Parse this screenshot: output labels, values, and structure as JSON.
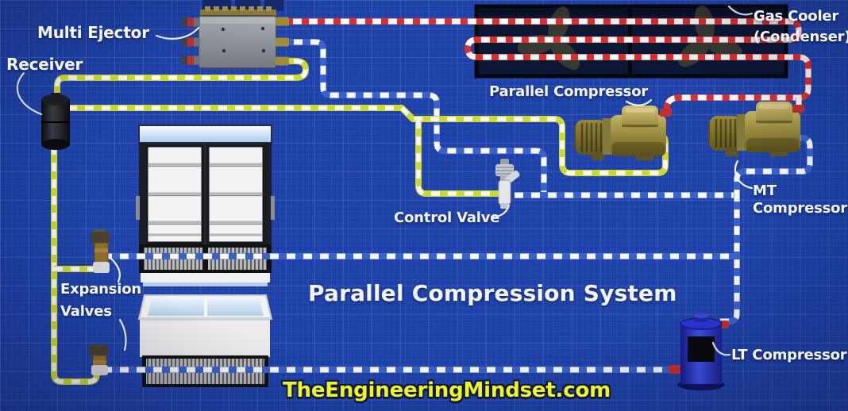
{
  "diagram_title": "Parallel Compression System",
  "watermark": "TheEngineeringMindset.com",
  "labels": {
    "multi_ejector": "Multi Ejector",
    "receiver": "Receiver",
    "gas_cooler": {
      "line1": "Gas Cooler",
      "line2": "(Condenser)"
    },
    "parallel_compressor": "Parallel Compressor",
    "mt_compressor": {
      "line1": "MT",
      "line2": "Compressor"
    },
    "control_valve": "Control Valve",
    "expansion_valves": {
      "line1": "Expansion",
      "line2": "Valves"
    },
    "lt_compressor": "LT Compressor"
  },
  "pipe_colors": {
    "high_pressure_gas": "#d92f2f",
    "receiver_liquid": "#ccd835",
    "suction_gas": "#3a62c9",
    "dash": "#f8f8f8"
  },
  "background_color": "#1d41a8",
  "components_depicted": [
    "multi-ejector",
    "receiver",
    "gas-cooler-condenser",
    "parallel-compressor",
    "mt-compressor",
    "lt-compressor",
    "control-valve",
    "expansion-valve-upper",
    "expansion-valve-lower",
    "display-fridge",
    "chest-freezer"
  ]
}
